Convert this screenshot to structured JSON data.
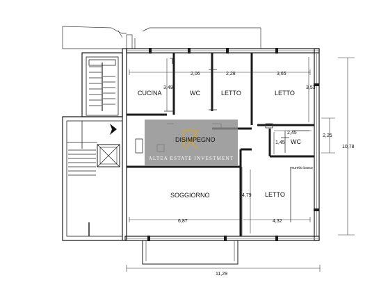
{
  "rooms": {
    "cucina": "CUCINA",
    "wc_top": "WC",
    "letto_1": "LETTO",
    "letto_2": "LETTO",
    "disimpegno": "DISIMPEGNO",
    "wc_small": "WC",
    "soggiorno": "SOGGIORNO",
    "letto_3": "LETTO"
  },
  "annotations": {
    "muretto": "muretto basso"
  },
  "dimensions": {
    "d_206": "2,06",
    "d_228": "2,28",
    "d_365": "3,65",
    "d_349": "3,49",
    "d_353": "3,53",
    "d_145_h": "2,45",
    "d_145_v": "1,45",
    "d_225": "2,25",
    "d_1078": "10,78",
    "d_479": "4,79",
    "d_687": "6,87",
    "d_432": "4,32",
    "d_1129": "11,29"
  },
  "watermark": {
    "text": "ALTEA ESTATE INVESTMENT"
  },
  "colors": {
    "walls": "#1a1a1a",
    "watermark_box": "#8c8c8c",
    "watermark_logo": "#c9a24a"
  }
}
